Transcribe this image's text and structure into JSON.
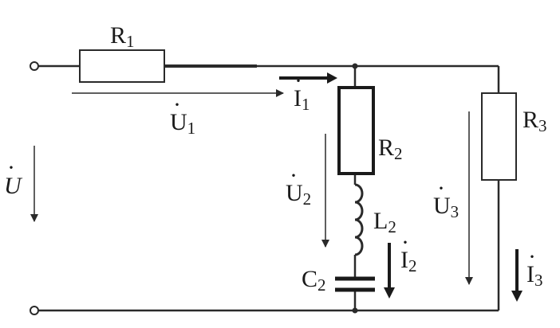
{
  "diagram": {
    "type": "ac-circuit-schematic",
    "colors": {
      "stroke": "#2a2a2a",
      "text": "#1a1a1a",
      "background": "#ffffff"
    },
    "components": {
      "R1": {
        "kind": "resistor",
        "name": "R",
        "sub": "1"
      },
      "R2": {
        "kind": "resistor",
        "name": "R",
        "sub": "2"
      },
      "R3": {
        "kind": "resistor",
        "name": "R",
        "sub": "3"
      },
      "L2": {
        "kind": "inductor",
        "name": "L",
        "sub": "2"
      },
      "C2": {
        "kind": "capacitor",
        "name": "C",
        "sub": "2"
      }
    },
    "voltages": {
      "U": {
        "name": "U",
        "sub": "",
        "dot": "·"
      },
      "U1": {
        "name": "U",
        "sub": "1",
        "dot": "·"
      },
      "U2": {
        "name": "U",
        "sub": "2",
        "dot": "·"
      },
      "U3": {
        "name": "U",
        "sub": "3",
        "dot": "·"
      }
    },
    "currents": {
      "I1": {
        "name": "I",
        "sub": "1",
        "dot": "·"
      },
      "I2": {
        "name": "I",
        "sub": "2",
        "dot": "·"
      },
      "I3": {
        "name": "I",
        "sub": "3",
        "dot": "·"
      }
    }
  }
}
